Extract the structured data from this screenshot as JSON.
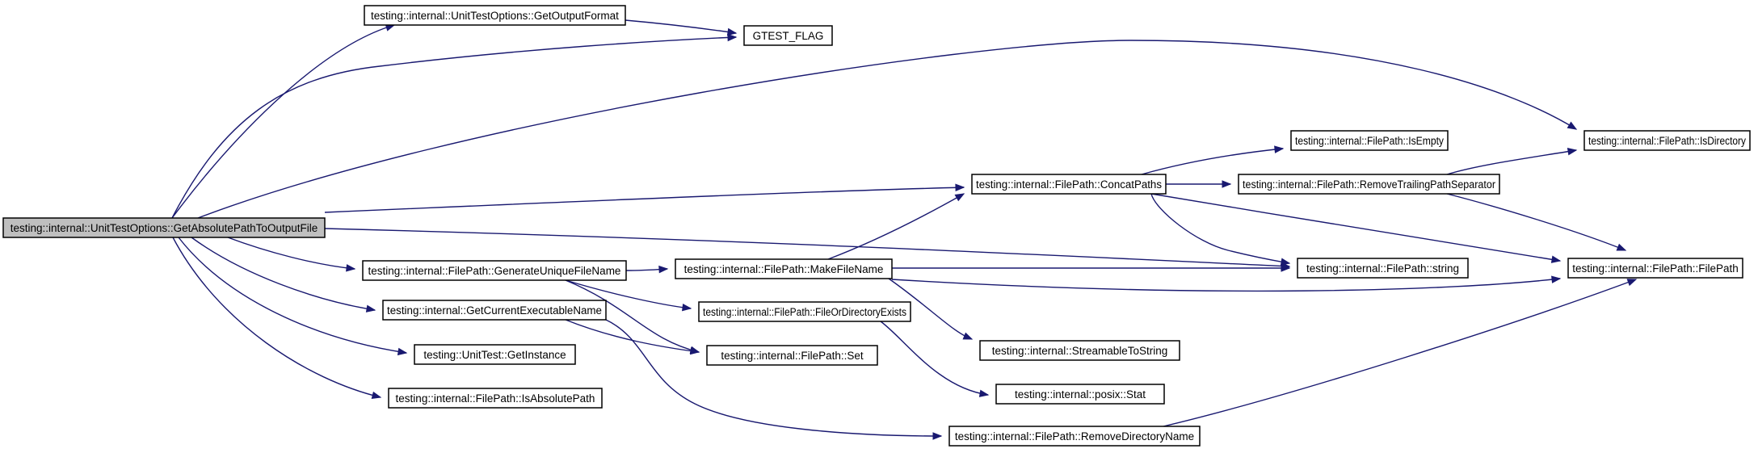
{
  "diagram": {
    "root_fill": "#bfbfbf",
    "node_fill": "#ffffff",
    "edge_color": "#191970",
    "nodes": [
      {
        "id": "root",
        "label": "testing::internal::UnitTestOptions::GetAbsolutePathToOutputFile",
        "root": true
      },
      {
        "id": "getoutputformat",
        "label": "testing::internal::UnitTestOptions::GetOutputFormat"
      },
      {
        "id": "gtest_flag",
        "label": "GTEST_FLAG"
      },
      {
        "id": "isdirectory",
        "label": "testing::internal::FilePath::IsDirectory"
      },
      {
        "id": "concatpaths",
        "label": "testing::internal::FilePath::ConcatPaths"
      },
      {
        "id": "isempty",
        "label": "testing::internal::FilePath::IsEmpty"
      },
      {
        "id": "removetrailing",
        "label": "testing::internal::FilePath::RemoveTrailingPathSeparator"
      },
      {
        "id": "string",
        "label": "testing::internal::FilePath::string"
      },
      {
        "id": "filepath",
        "label": "testing::internal::FilePath::FilePath"
      },
      {
        "id": "generateunique",
        "label": "testing::internal::FilePath::GenerateUniqueFileName"
      },
      {
        "id": "makefilename",
        "label": "testing::internal::FilePath::MakeFileName"
      },
      {
        "id": "getcurrentexe",
        "label": "testing::internal::GetCurrentExecutableName"
      },
      {
        "id": "fileordirexists",
        "label": "testing::internal::FilePath::FileOrDirectoryExists"
      },
      {
        "id": "getinstance",
        "label": "testing::UnitTest::GetInstance"
      },
      {
        "id": "set",
        "label": "testing::internal::FilePath::Set"
      },
      {
        "id": "streamable",
        "label": "testing::internal::StreamableToString"
      },
      {
        "id": "isabsolute",
        "label": "testing::internal::FilePath::IsAbsolutePath"
      },
      {
        "id": "stat",
        "label": "testing::internal::posix::Stat"
      },
      {
        "id": "removedirname",
        "label": "testing::internal::FilePath::RemoveDirectoryName"
      }
    ],
    "edges": [
      {
        "from": "root",
        "to": "getoutputformat"
      },
      {
        "from": "root",
        "to": "gtest_flag"
      },
      {
        "from": "root",
        "to": "isdirectory"
      },
      {
        "from": "root",
        "to": "concatpaths"
      },
      {
        "from": "root",
        "to": "string"
      },
      {
        "from": "root",
        "to": "generateunique"
      },
      {
        "from": "root",
        "to": "getcurrentexe"
      },
      {
        "from": "root",
        "to": "getinstance"
      },
      {
        "from": "root",
        "to": "isabsolute"
      },
      {
        "from": "getoutputformat",
        "to": "gtest_flag"
      },
      {
        "from": "concatpaths",
        "to": "isempty"
      },
      {
        "from": "concatpaths",
        "to": "removetrailing"
      },
      {
        "from": "concatpaths",
        "to": "string"
      },
      {
        "from": "concatpaths",
        "to": "filepath"
      },
      {
        "from": "removetrailing",
        "to": "isdirectory"
      },
      {
        "from": "removetrailing",
        "to": "filepath"
      },
      {
        "from": "generateunique",
        "to": "makefilename"
      },
      {
        "from": "generateunique",
        "to": "fileordirexists"
      },
      {
        "from": "generateunique",
        "to": "set"
      },
      {
        "from": "makefilename",
        "to": "concatpaths"
      },
      {
        "from": "makefilename",
        "to": "string"
      },
      {
        "from": "makefilename",
        "to": "filepath"
      },
      {
        "from": "makefilename",
        "to": "streamable"
      },
      {
        "from": "getcurrentexe",
        "to": "set"
      },
      {
        "from": "getcurrentexe",
        "to": "removedirname"
      },
      {
        "from": "fileordirexists",
        "to": "stat"
      },
      {
        "from": "removedirname",
        "to": "filepath"
      }
    ]
  }
}
